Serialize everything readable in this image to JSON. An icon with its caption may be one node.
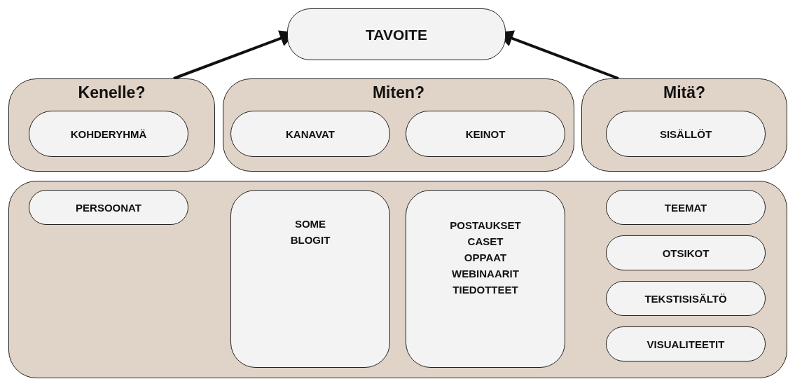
{
  "diagram": {
    "nodes": [
      {
        "text": [
          "TAVOITE"
        ]
      },
      {
        "text": [
          "Kenelle?"
        ]
      },
      {
        "text": [
          "KOHDERYHMÄ"
        ],
        "in": 1
      },
      {
        "text": [
          "Miten?"
        ]
      },
      {
        "text": [
          "KANAVAT"
        ],
        "in": 3
      },
      {
        "text": [
          "KEINOT"
        ],
        "in": 3
      },
      {
        "text": [
          "Mitä?"
        ]
      },
      {
        "text": [
          "SISÄLLÖT"
        ],
        "in": 6
      },
      {
        "text": [],
        "shape": "box"
      },
      {
        "text": [
          "PERSOONAT"
        ],
        "in": 8
      },
      {
        "text": [
          "SOME",
          "BLOGIT"
        ],
        "in": 8
      },
      {
        "text": [
          "POSTAUKSET",
          "CASET",
          "OPPAAT",
          "WEBINAARIT",
          "TIEDOTTEET"
        ],
        "in": 8
      },
      {
        "text": [
          "TEEMAT"
        ],
        "in": 8
      },
      {
        "text": [
          "OTSIKOT"
        ],
        "in": 8
      },
      {
        "text": [
          "TEKSTISISÄLTÖ"
        ],
        "in": 8
      },
      {
        "text": [
          "VISUALITEETIT"
        ],
        "in": 8
      }
    ],
    "edges": [
      {
        "from": 1,
        "to": 0,
        "arrow": "to"
      },
      {
        "from": 6,
        "to": 0,
        "arrow": "to"
      }
    ]
  }
}
